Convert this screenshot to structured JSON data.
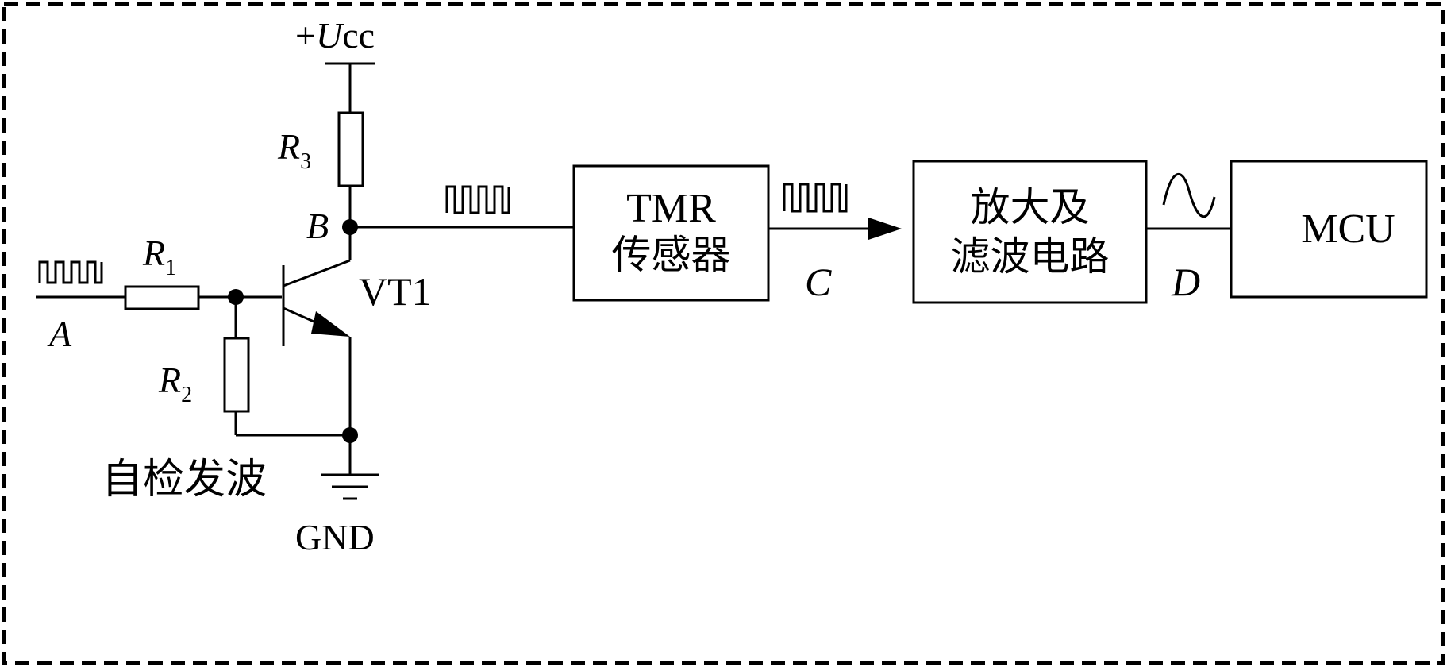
{
  "labels": {
    "supply": {
      "sign": "+",
      "sym": "U",
      "suffix": "cc"
    },
    "r1": {
      "sym": "R",
      "sub": "1"
    },
    "r2": {
      "sym": "R",
      "sub": "2"
    },
    "r3": {
      "sym": "R",
      "sub": "3"
    },
    "node_a": "A",
    "node_b": "B",
    "node_c": "C",
    "node_d": "D",
    "transistor": "VT1",
    "gnd": "GND",
    "self_test": "自检发波"
  },
  "blocks": {
    "tmr": {
      "line1": "TMR",
      "line2": "传感器"
    },
    "amp": {
      "line1": "放大及",
      "line2": "滤波电路"
    },
    "mcu": {
      "line1": "MCU"
    }
  }
}
